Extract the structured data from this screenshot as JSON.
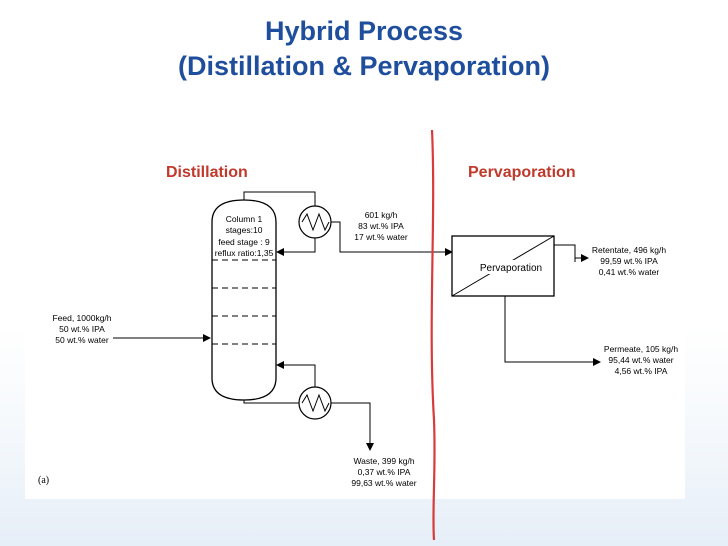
{
  "title": {
    "line1": "Hybrid Process",
    "line2": "(Distillation & Pervaporation)"
  },
  "sections": {
    "distillation": "Distillation",
    "pervaporation": "Pervaporation"
  },
  "column": {
    "lines": [
      "Column 1",
      "stages:10",
      "feed stage : 9",
      "reflux ratio:1,35"
    ]
  },
  "feed": {
    "lines": [
      "Feed, 1000kg/h",
      "50 wt.% IPA",
      "50 wt.% water"
    ]
  },
  "distillate": {
    "lines": [
      "601 kg/h",
      "83 wt.% IPA",
      "17 wt.% water"
    ]
  },
  "waste": {
    "lines": [
      "Waste, 399 kg/h",
      "0,37 wt.% IPA",
      "99,63 wt.% water"
    ]
  },
  "pervaporation_unit": {
    "label": "Pervaporation"
  },
  "retentate": {
    "lines": [
      "Retentate, 496 kg/h",
      "99,59 wt.% IPA",
      "0,41 wt.% water"
    ]
  },
  "permeate": {
    "lines": [
      "Permeate, 105 kg/h",
      "95,44 wt.% water",
      "4,56 wt.% IPA"
    ]
  },
  "panel_tag": "(a)",
  "colors": {
    "title": "#1f4f9c",
    "section_label": "#c0392b",
    "divider": "#d93a3a"
  }
}
